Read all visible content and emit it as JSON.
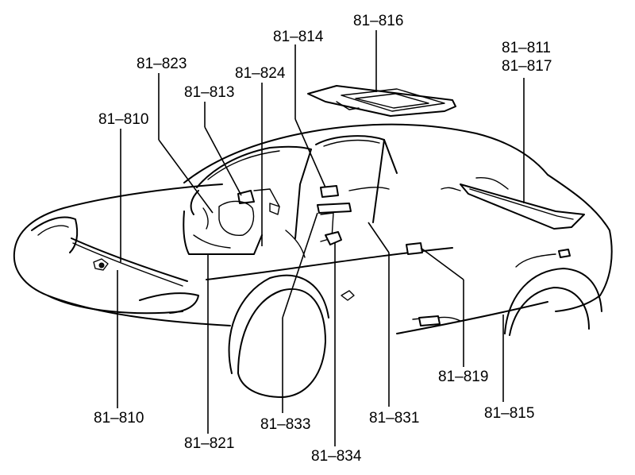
{
  "diagram": {
    "labels": {
      "p816": "81–816",
      "p814": "81–814",
      "p811": "81–811",
      "p817": "81–817",
      "p823": "81–823",
      "p824": "81–824",
      "p813": "81–813",
      "p810_top": "81–810",
      "p810_bottom": "81–810",
      "p821": "81–821",
      "p833": "81–833",
      "p834": "81–834",
      "p831": "81–831",
      "p819": "81–819",
      "p815": "81–815"
    },
    "colors": {
      "ink": "#000000",
      "paper": "#ffffff"
    }
  }
}
